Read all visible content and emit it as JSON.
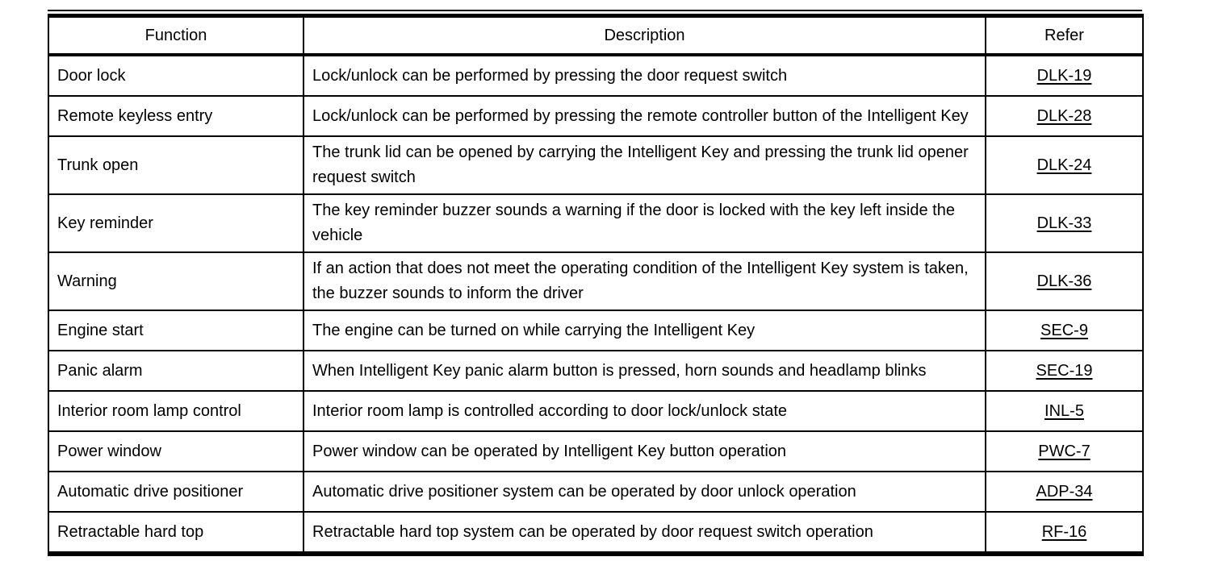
{
  "page": {
    "background_color": "#ffffff",
    "text_color": "#000000",
    "border_color": "#000000",
    "link_color": "#000000"
  },
  "table": {
    "columns": [
      {
        "key": "function",
        "label": "Function"
      },
      {
        "key": "description",
        "label": "Description"
      },
      {
        "key": "refer",
        "label": "Refer"
      }
    ],
    "rows": [
      {
        "function": "Door lock",
        "description": "Lock/unlock can be performed by pressing the door request switch",
        "refer": "DLK-19"
      },
      {
        "function": "Remote keyless entry",
        "description": "Lock/unlock can be performed by pressing the remote controller button of the Intelligent Key",
        "refer": "DLK-28"
      },
      {
        "function": "Trunk open",
        "description": "The trunk lid can be opened by carrying the Intelligent Key and pressing the trunk lid opener request switch",
        "refer": "DLK-24"
      },
      {
        "function": "Key reminder",
        "description": "The key reminder buzzer sounds a warning if the door is locked with the key left inside the vehicle",
        "refer": "DLK-33"
      },
      {
        "function": "Warning",
        "description": "If an action that does not meet the operating condition of the Intelligent Key system is taken, the buzzer sounds to inform the driver",
        "refer": "DLK-36"
      },
      {
        "function": "Engine start",
        "description": "The engine can be turned on while carrying the Intelligent Key",
        "refer": "SEC-9"
      },
      {
        "function": "Panic alarm",
        "description": "When Intelligent Key panic alarm button is pressed, horn sounds and headlamp blinks",
        "refer": "SEC-19"
      },
      {
        "function": "Interior room lamp control",
        "description": "Interior room lamp is controlled according to door lock/unlock state",
        "refer": "INL-5"
      },
      {
        "function": "Power window",
        "description": "Power window can be operated by Intelligent Key button operation",
        "refer": "PWC-7"
      },
      {
        "function": "Automatic drive positioner",
        "description": "Automatic drive positioner system can be operated by door unlock operation",
        "refer": "ADP-34"
      },
      {
        "function": "Retractable hard top",
        "description": "Retractable hard top system can be operated by door request switch operation",
        "refer": "RF-16"
      }
    ]
  }
}
